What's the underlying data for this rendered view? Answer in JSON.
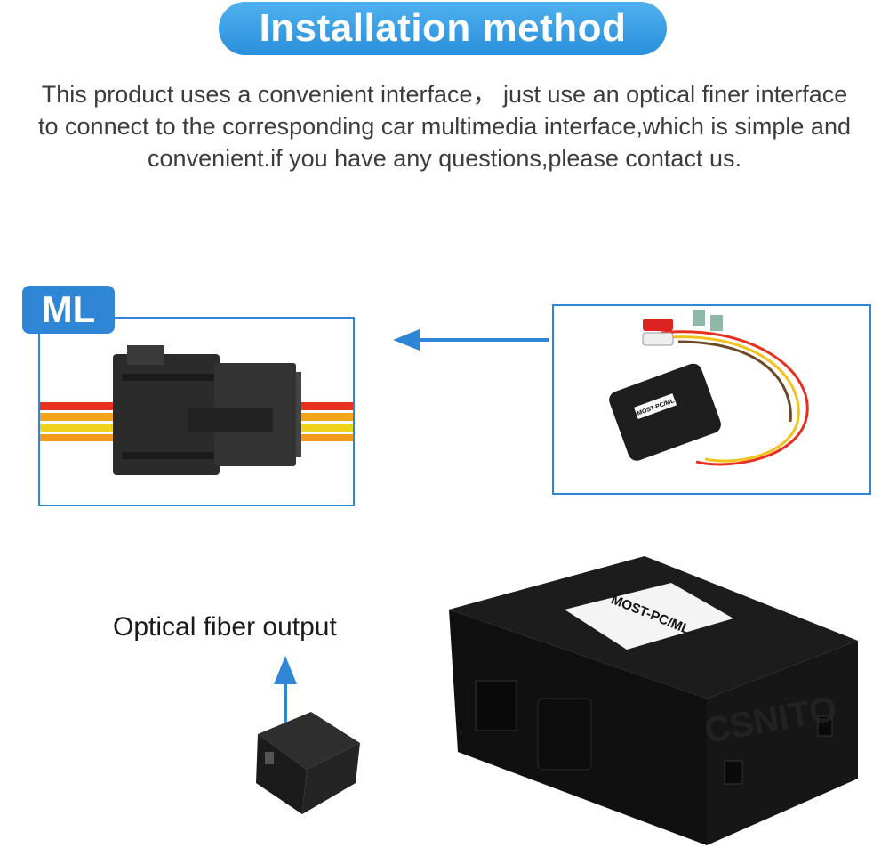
{
  "title": "Installation method",
  "description": [
    "This product uses a convenient interface， just use an optical finer interface",
    "to connect to the corresponding car multimedia interface,which is simple and",
    "convenient.if you have any questions,please contact us."
  ],
  "ml_badge": "ML",
  "module_label_small": "MOST-PC/ML",
  "module_label_large": "MOST-PC/ML",
  "optical_label": "Optical fiber output",
  "watermark": "CSNITO",
  "colors": {
    "accent": "#2f86d6",
    "title_gradient_top": "#4fb1ee",
    "title_gradient_bottom": "#2a8fdc",
    "text": "#3c3c3c"
  },
  "icons": [
    "arrow-left-icon",
    "arrow-up-icon"
  ]
}
